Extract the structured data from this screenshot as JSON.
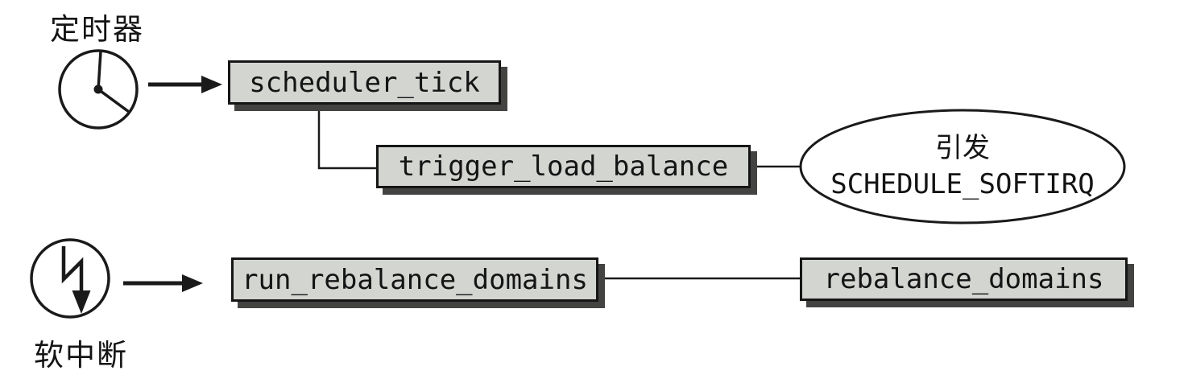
{
  "labels": {
    "timer": "定时器",
    "softirq": "软中断"
  },
  "nodes": {
    "scheduler_tick": "scheduler_tick",
    "trigger_load_balance": "trigger_load_balance",
    "run_rebalance_domains": "run_rebalance_domains",
    "rebalance_domains": "rebalance_domains"
  },
  "ellipse": {
    "line1": "引发",
    "line2": "SCHEDULE_SOFTIRQ"
  },
  "icons": [
    "clock-icon",
    "softirq-lightning-icon"
  ],
  "edges": [
    {
      "from": "timer-clock",
      "to": "scheduler_tick",
      "type": "arrow"
    },
    {
      "from": "scheduler_tick",
      "to": "trigger_load_balance",
      "type": "elbow-line"
    },
    {
      "from": "trigger_load_balance",
      "to": "SCHEDULE_SOFTIRQ-ellipse",
      "type": "line"
    },
    {
      "from": "softirq-lightning",
      "to": "run_rebalance_domains",
      "type": "arrow"
    },
    {
      "from": "run_rebalance_domains",
      "to": "rebalance_domains",
      "type": "line"
    }
  ],
  "colors": {
    "bg": "#ffffff",
    "node_fill": "#d3d5d1",
    "node_border": "#161616",
    "node_shadow": "#434341",
    "line": "#1a1a1a",
    "text": "#141414"
  }
}
